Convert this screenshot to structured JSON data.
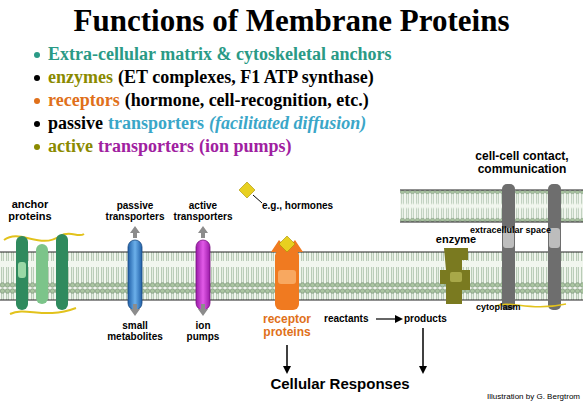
{
  "diagram": {
    "title": "Functions of Membrane Proteins",
    "labels": [
      "Extra-cellular matrix & cytoskeletal anchors",
      "enzymes",
      "(ET complexes, F1 ATP synthase)",
      "receptors",
      "(hormone, cell-recognition, etc.)",
      "passive",
      "transporters",
      "(facilitated diffusion)",
      "active",
      "transporters",
      "(ion pumps)",
      "cell-cell contact, communication",
      "e.g., hormones",
      "anchor proteins",
      "passive transporters",
      "active transporters",
      "enzyme",
      "extracellular space",
      "cytoplasm",
      "small metabolites",
      "ion pumps",
      "reactants",
      "products",
      "receptor proteins",
      "Cellular Responses",
      "Illustration by G. Bergtrom"
    ]
  }
}
